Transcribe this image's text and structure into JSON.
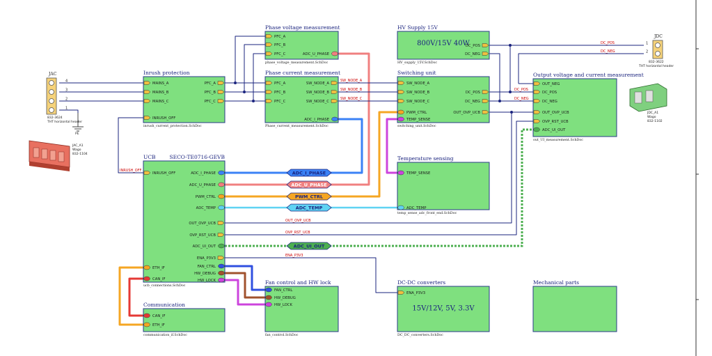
{
  "colors": {
    "block_fill": "#7fe07f",
    "block_stroke": "#2a3a8a",
    "wire": "#1a237e",
    "signal_text": "#cc0000",
    "adc_i_phase": "#3b82f6",
    "adc_u_phase": "#f08080",
    "pwm_ctrl": "#f5a623",
    "adc_temp": "#5fd3f3",
    "adc_ui_out": "#4caf50",
    "temp_sense": "#cc44dd",
    "eth_if": "#f5a623",
    "can_if": "#e53935",
    "fan_ctrl": "#3050e0",
    "hw_debug": "#a0522d",
    "hw_lock": "#cc44dd",
    "port_fill": "#f0c040"
  },
  "blocks": [
    {
      "id": "phase_voltage",
      "title": "Phase voltage measurement",
      "file": "phase_voltage_measurement.SchDoc",
      "ports_left": [
        "PFC_A",
        "PFC_B",
        "PFC_C"
      ],
      "ports_right": [
        "ADC_U_PHASE"
      ]
    },
    {
      "id": "hv_supply",
      "title": "HV Supply 15V",
      "file": "HV_supply_15V.SchDoc",
      "big_text": "800V/15V 40W",
      "ports_left": [],
      "ports_right": [
        "DC_POS",
        "DC_NEG"
      ]
    },
    {
      "id": "inrush",
      "title": "Inrush protection",
      "file": "inrush_current_protection.SchDoc",
      "ports_left": [
        "MAINS_A",
        "MAINS_B",
        "MAINS_C",
        "INRUSH_OFF"
      ],
      "ports_right": [
        "PFC_A",
        "PFC_B",
        "PFC_C"
      ]
    },
    {
      "id": "phase_current",
      "title": "Phase current measurement",
      "file": "Phase_current_measurement.SchDoc",
      "ports_left": [
        "PFC_A",
        "PFC_B",
        "PFC_C"
      ],
      "ports_right": [
        "SW_NODE_A",
        "SW_NODE_B",
        "SW_NODE_C",
        "ADC_I_PHASE"
      ]
    },
    {
      "id": "switching",
      "title": "Switching unit",
      "file": "switching_unit.SchDoc",
      "ports_left": [
        "SW_NODE_A",
        "SW_NODE_B",
        "SW_NODE_C",
        "PWM_CTRL",
        "TEMP_SENSE"
      ],
      "ports_right": [
        "DC_POS",
        "DC_NEG",
        "OUT_OVP_UCB"
      ]
    },
    {
      "id": "output",
      "title": "Output voltage and current measurement",
      "file": "out_UI_measurement.SchDoc",
      "ports_left": [
        "OUT_NEG",
        "DC_POS",
        "DC_NEG",
        "OUT_OVP_UCB",
        "OVP_RST_UCB",
        "ADC_UI_OUT"
      ],
      "ports_right": []
    },
    {
      "id": "ucb",
      "title": "UCB",
      "subtitle": "SECO-TE0716-GEVB",
      "file": "ucb_connections.SchDoc",
      "ports_left": [
        "INRUSH_OFF",
        "ETH_IF",
        "CAN_IF"
      ],
      "ports_right": [
        "ADC_I_PHASE",
        "ADC_U_PHASE",
        "PWM_CTRL",
        "ADC_TEMP",
        "OUT_OVP_UCB",
        "OVP_RST_UCB",
        "ADC_UI_OUT",
        "ENA_P3V3",
        "FAN_CTRL",
        "HW_DEBUG",
        "HW_LOCK"
      ]
    },
    {
      "id": "temperature",
      "title": "Temperature sensing",
      "file": "temp_sense_adc_front_end.SchDoc",
      "ports_left": [
        "TEMP_SENSE",
        "ADC_TEMP"
      ],
      "ports_right": []
    },
    {
      "id": "communication",
      "title": "Communication",
      "file": "communication_if.SchDoc",
      "ports_left": [
        "CAN_IF",
        "ETH_IF"
      ],
      "ports_right": []
    },
    {
      "id": "fan",
      "title": "Fan control and HW lock",
      "file": "fan_control.SchDoc",
      "ports_left": [
        "FAN_CTRL",
        "HW_DEBUG",
        "HW_LOCK"
      ],
      "ports_right": []
    },
    {
      "id": "dcdc",
      "title": "DC-DC converters",
      "file": "DC_DC_converters.SchDoc",
      "big_text": "15V/12V, 5V, 3.3V",
      "ports_left": [
        "ENA_P3V3"
      ],
      "ports_right": []
    },
    {
      "id": "mechanical",
      "title": "Mechanical parts",
      "file": "",
      "ports_left": [],
      "ports_right": []
    }
  ],
  "bus_labels": [
    "ADC_I_PHASE",
    "ADC_U_PHASE",
    "PWM_CTRL",
    "ADC_TEMP",
    "ADC_UI_OUT"
  ],
  "net_labels": [
    "SW_NODE_A",
    "SW_NODE_B",
    "SW_NODE_C",
    "DC_POS",
    "DC_NEG",
    "DC_POS",
    "DC_NEG",
    "INRUSH_OFF",
    "OUT_OVP_UCB",
    "OVP_RST_UCB",
    "ENA_P3V3"
  ],
  "connectors": {
    "jac": {
      "ref": "JAC",
      "part": "832-3624",
      "desc": "THT horizontal header",
      "pins": [
        "4",
        "3",
        "2",
        "1"
      ]
    },
    "jac_a1": {
      "ref": "JAC_A1",
      "maker": "Wago",
      "part": "832-1104"
    },
    "pe": {
      "label": "PE"
    },
    "jdc": {
      "ref": "JDC",
      "part": "832-3622",
      "desc": "THT horizontal header",
      "pins": [
        "1",
        "2"
      ]
    },
    "jdc_a1": {
      "ref": "JDC_A1",
      "maker": "Wago",
      "part": "832-1102"
    }
  }
}
